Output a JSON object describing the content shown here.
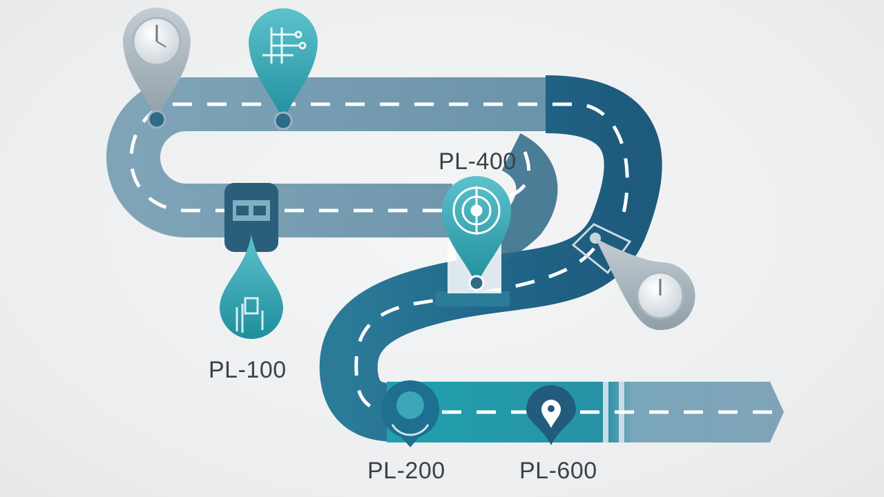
{
  "milestones": [
    {
      "label": "PL-100",
      "icon": "certificate-icon"
    },
    {
      "label": "PL-200",
      "icon": "target-icon"
    },
    {
      "label": "PL-400",
      "icon": "target-icon"
    },
    {
      "label": "PL-600",
      "icon": "location-pin-icon"
    },
    {
      "label": "",
      "icon": "clock-icon"
    },
    {
      "label": "",
      "icon": "circuit-icon"
    },
    {
      "label": "",
      "icon": "clock-icon"
    }
  ],
  "colors": {
    "road_light": "#6f97ac",
    "road_mid": "#3f7792",
    "road_dark": "#1f5878",
    "road_teal": "#1f93a6",
    "road_end": "#7aa1b6",
    "pin_teal": "#2a9fac",
    "pin_grey": "#a9b5bd",
    "pin_navy": "#235b7d",
    "dash": "#ffffff",
    "label": "#3c4147"
  }
}
